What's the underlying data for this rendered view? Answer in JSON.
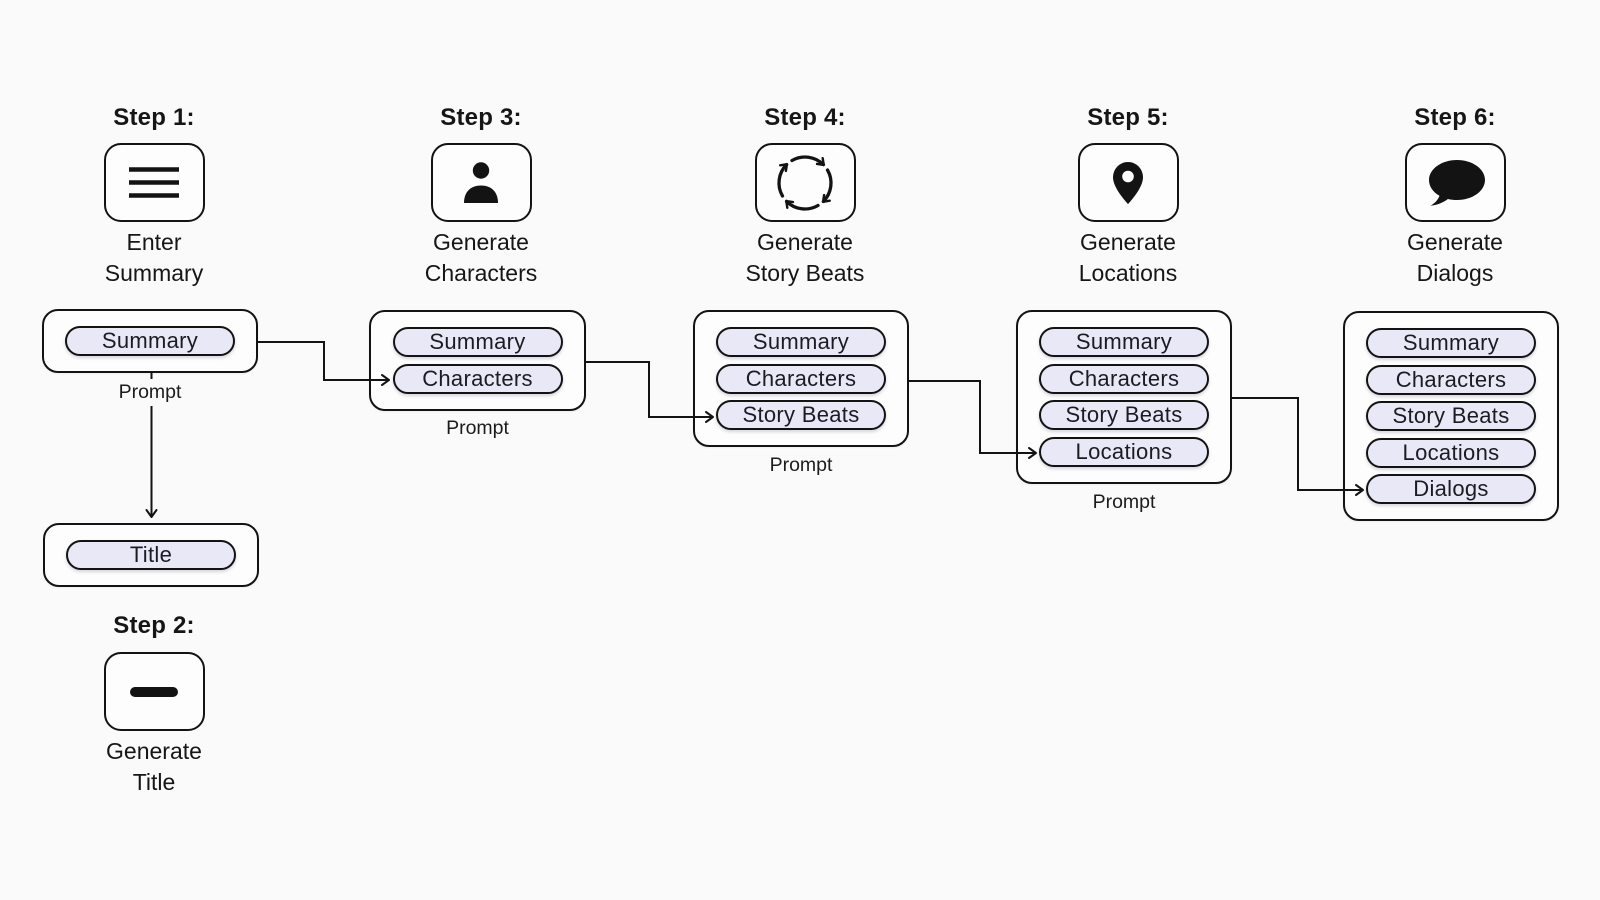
{
  "diagram_title": "story-generation-workflow",
  "colors": {
    "background": "#fafafa",
    "box_fill": "#fdfdfd",
    "pill_fill": "#e8e8f7",
    "stroke": "#131313",
    "text": "#161616"
  },
  "steps": [
    {
      "header": "Step 1:",
      "icon": "hamburger-icon",
      "label": [
        "Enter",
        "Summary"
      ]
    },
    {
      "header": "Step 2:",
      "icon": "dash-icon",
      "label": [
        "Generate",
        "Title"
      ]
    },
    {
      "header": "Step 3:",
      "icon": "person-icon",
      "label": [
        "Generate",
        "Characters"
      ]
    },
    {
      "header": "Step 4:",
      "icon": "cycle-icon",
      "label": [
        "Generate",
        "Story Beats"
      ]
    },
    {
      "header": "Step 5:",
      "icon": "location-pin-icon",
      "label": [
        "Generate",
        "Locations"
      ]
    },
    {
      "header": "Step 6:",
      "icon": "speech-bubble-icon",
      "label": [
        "Generate",
        "Dialogs"
      ]
    }
  ],
  "boxes": [
    {
      "name": "summary-box",
      "pills": [
        "Summary"
      ],
      "caption": "Prompt"
    },
    {
      "name": "title-box",
      "pills": [
        "Title"
      ]
    },
    {
      "name": "characters-box",
      "pills": [
        "Summary",
        "Characters"
      ],
      "caption": "Prompt"
    },
    {
      "name": "story-beats-box",
      "pills": [
        "Summary",
        "Characters",
        "Story Beats"
      ],
      "caption": "Prompt"
    },
    {
      "name": "locations-box",
      "pills": [
        "Summary",
        "Characters",
        "Story Beats",
        "Locations"
      ],
      "caption": "Prompt"
    },
    {
      "name": "dialogs-box",
      "pills": [
        "Summary",
        "Characters",
        "Story Beats",
        "Locations",
        "Dialogs"
      ]
    }
  ]
}
